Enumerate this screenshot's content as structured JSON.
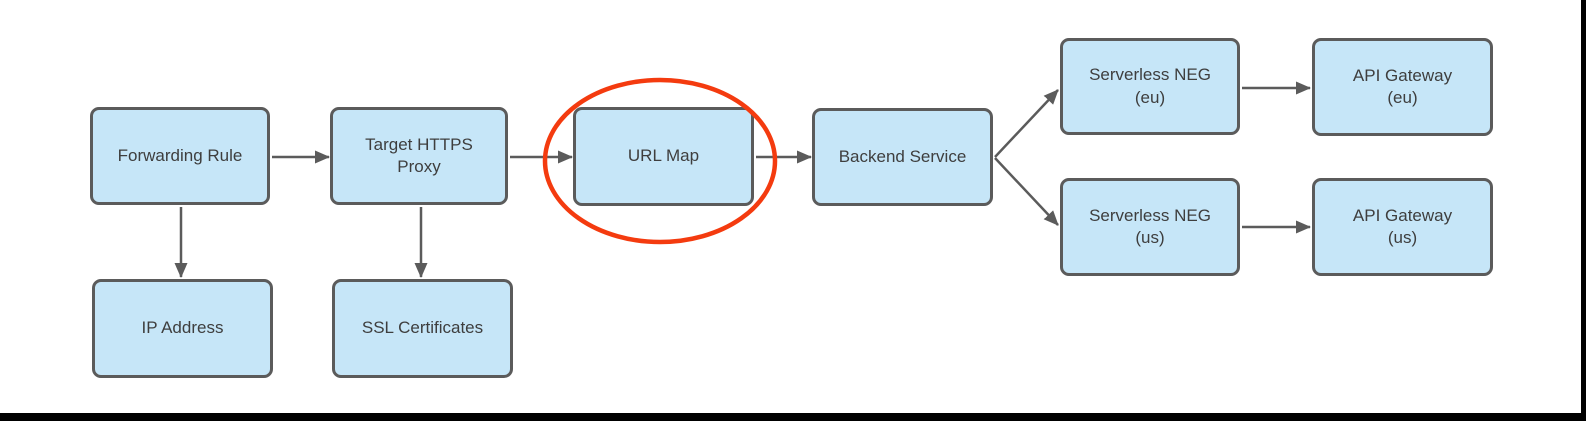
{
  "diagram": {
    "description": "Flow diagram of Google Cloud HTTPS load balancing components with the URL Map node circled",
    "colors": {
      "background": "#ffffff",
      "node_fill": "#c6e6f8",
      "node_border": "#5b5b5b",
      "node_text": "#3e3e3e",
      "arrow": "#5b5b5b",
      "highlight_ellipse": "#f43b0f",
      "frame_border": "#000000"
    },
    "nodes": [
      {
        "id": "forwarding-rule",
        "label": "Forwarding Rule"
      },
      {
        "id": "target-https-proxy",
        "label": "Target HTTPS\nProxy"
      },
      {
        "id": "url-map",
        "label": "URL Map",
        "highlighted": true
      },
      {
        "id": "backend-service",
        "label": "Backend Service"
      },
      {
        "id": "serverless-neg-eu",
        "label": "Serverless NEG\n(eu)"
      },
      {
        "id": "serverless-neg-us",
        "label": "Serverless NEG\n(us)"
      },
      {
        "id": "api-gateway-eu",
        "label": "API Gateway\n(eu)"
      },
      {
        "id": "api-gateway-us",
        "label": "API Gateway\n(us)"
      },
      {
        "id": "ip-address",
        "label": "IP Address"
      },
      {
        "id": "ssl-certificates",
        "label": "SSL Certificates"
      }
    ],
    "edges": [
      {
        "from": "forwarding-rule",
        "to": "target-https-proxy"
      },
      {
        "from": "target-https-proxy",
        "to": "url-map"
      },
      {
        "from": "url-map",
        "to": "backend-service"
      },
      {
        "from": "backend-service",
        "to": "serverless-neg-eu"
      },
      {
        "from": "backend-service",
        "to": "serverless-neg-us"
      },
      {
        "from": "serverless-neg-eu",
        "to": "api-gateway-eu"
      },
      {
        "from": "serverless-neg-us",
        "to": "api-gateway-us"
      },
      {
        "from": "forwarding-rule",
        "to": "ip-address"
      },
      {
        "from": "target-https-proxy",
        "to": "ssl-certificates"
      }
    ],
    "annotation": {
      "type": "ellipse",
      "target": "url-map"
    }
  }
}
